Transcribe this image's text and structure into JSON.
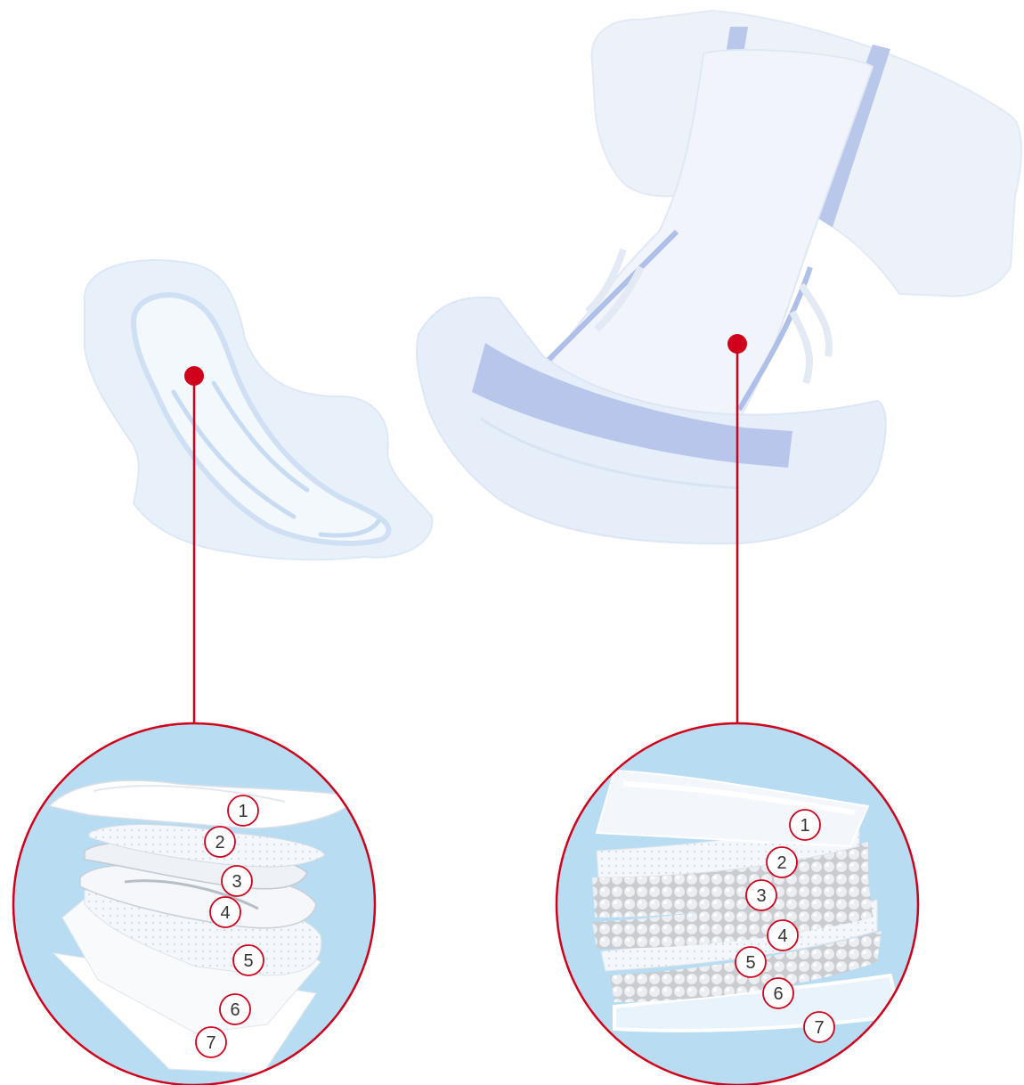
{
  "colors": {
    "accent": "#d0021b",
    "product_light": "#e6f0fb",
    "product_mid": "#d4e4f7",
    "product_blue": "#aebfe8",
    "circle_bg": "#b8ddf3",
    "badge_fill": "#ffffff"
  },
  "products": [
    {
      "name": "pad",
      "layer_labels": [
        "1",
        "2",
        "3",
        "4",
        "5",
        "6",
        "7"
      ]
    },
    {
      "name": "brief",
      "layer_labels": [
        "1",
        "2",
        "3",
        "4",
        "5",
        "6",
        "7"
      ]
    }
  ]
}
